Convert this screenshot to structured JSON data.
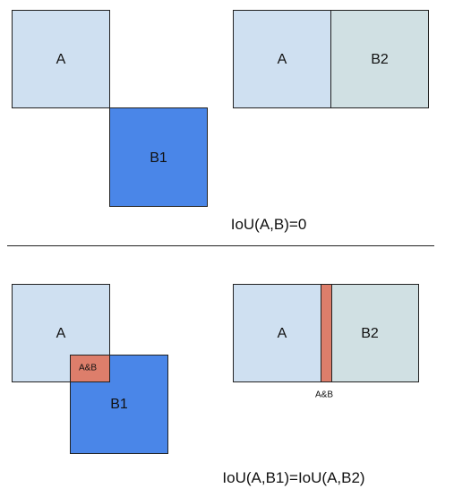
{
  "colors": {
    "a_fill": "#cfe0f1",
    "b1_fill": "#4a86e8",
    "b2_fill": "#d0e0e3",
    "intersection_fill": "#dd7e6b",
    "border": "#222222"
  },
  "top": {
    "left": {
      "a_label": "A",
      "b1_label": "B1"
    },
    "right": {
      "a_label": "A",
      "b2_label": "B2"
    },
    "caption": "IoU(A,B)=0"
  },
  "bottom": {
    "left": {
      "a_label": "A",
      "b1_label": "B1",
      "intersection_label": "A&B"
    },
    "right": {
      "a_label": "A",
      "b2_label": "B2",
      "intersection_label": "A&B"
    },
    "caption": "IoU(A,B1)=IoU(A,B2)"
  }
}
